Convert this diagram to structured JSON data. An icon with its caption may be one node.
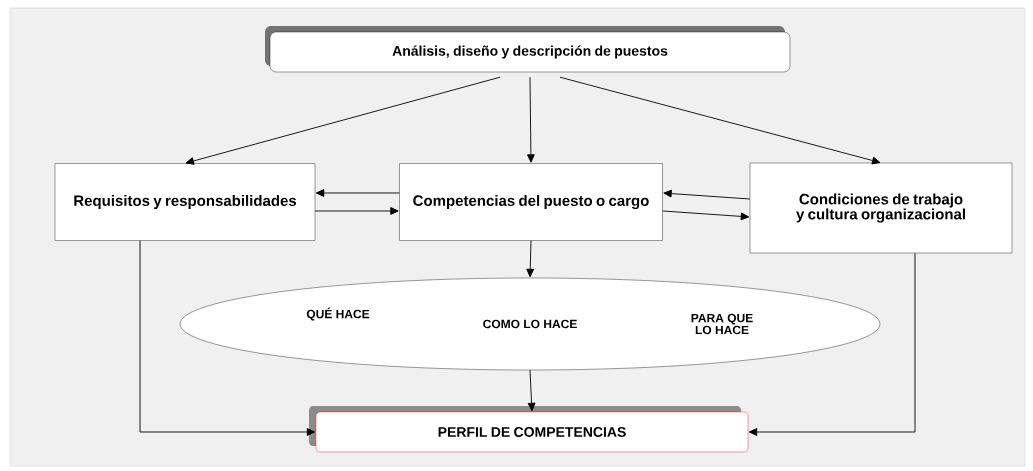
{
  "diagram": {
    "nodes": [
      {
        "text": [
          "Análisis, diseño y descripción de puestos"
        ]
      },
      {
        "text": [
          "Requisitos y responsabilidades"
        ]
      },
      {
        "text": [
          "Competencias del puesto o cargo"
        ]
      },
      {
        "text": [
          "Condiciones de trabajo y cultura organizacional"
        ]
      },
      {
        "text": [
          "QUÉ HACE",
          "COMO LO HACE",
          "PARA QUE LO HACE"
        ]
      },
      {
        "text": [
          "PERFIL DE COMPETENCIAS"
        ]
      }
    ],
    "edges": [
      {
        "from": 0,
        "to": 1,
        "arrow": "to"
      },
      {
        "from": 0,
        "to": 2,
        "arrow": "to"
      },
      {
        "from": 0,
        "to": 3,
        "arrow": "to"
      },
      {
        "from": 1,
        "to": 2,
        "arrow": "to"
      },
      {
        "from": 2,
        "to": 1,
        "arrow": "to"
      },
      {
        "from": 2,
        "to": 3,
        "arrow": "to"
      },
      {
        "from": 3,
        "to": 2,
        "arrow": "to"
      },
      {
        "from": 2,
        "to": 4,
        "arrow": "to"
      },
      {
        "from": 4,
        "to": 5,
        "arrow": "to"
      },
      {
        "from": 1,
        "to": 5,
        "arrow": "to"
      },
      {
        "from": 3,
        "to": 5,
        "arrow": "to"
      }
    ]
  }
}
